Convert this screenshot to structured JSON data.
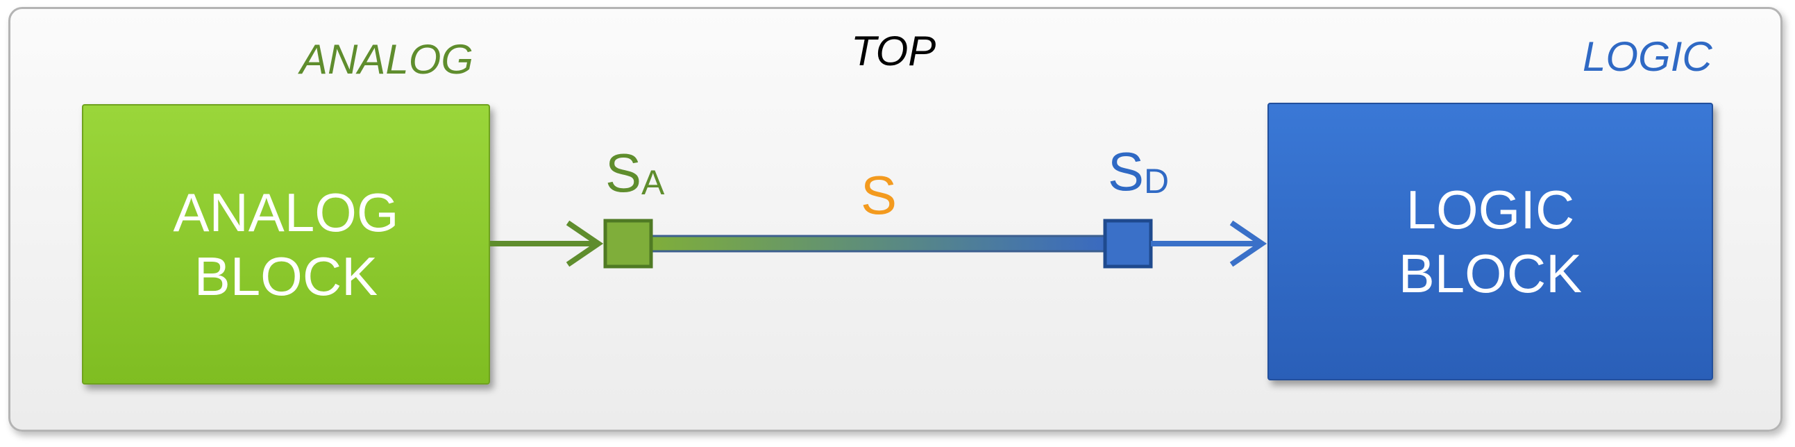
{
  "regions": {
    "analog_label": "ANALOG",
    "top_label": "TOP",
    "logic_label": "LOGIC"
  },
  "blocks": {
    "analog": {
      "line1": "ANALOG",
      "line2": "BLOCK",
      "color": "#8cc82e"
    },
    "logic": {
      "line1": "LOGIC",
      "line2": "BLOCK",
      "color": "#3168c8"
    }
  },
  "signals": {
    "sa": {
      "main": "S",
      "sub": "A",
      "color": "#5f8d2d"
    },
    "s": {
      "main": "S",
      "color": "#f39a1e"
    },
    "sd": {
      "main": "S",
      "sub": "D",
      "color": "#2f69c4"
    }
  },
  "colors": {
    "analog_accent": "#5f8d2d",
    "logic_accent": "#2f69c4",
    "signal_accent": "#f39a1e"
  }
}
